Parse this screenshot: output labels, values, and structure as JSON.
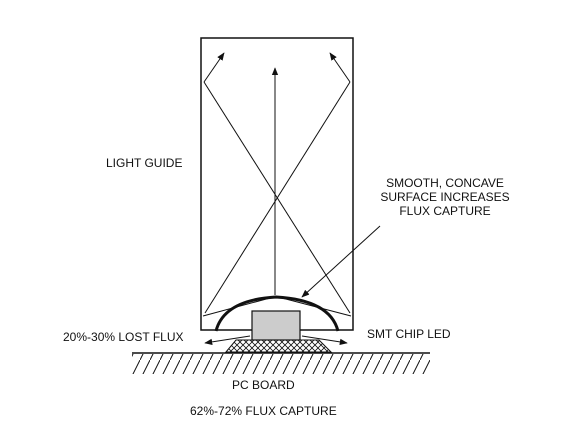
{
  "labels": {
    "light_guide": "LIGHT GUIDE",
    "smooth_line1": "SMOOTH, CONCAVE",
    "smooth_line2": "SURFACE INCREASES",
    "smooth_line3": "FLUX CAPTURE",
    "lost_flux": "20%-30% LOST FLUX",
    "smt_chip_led": "SMT CHIP LED",
    "pc_board": "PC BOARD",
    "flux_capture": "62%-72% FLUX CAPTURE"
  },
  "colors": {
    "line": "#111111",
    "background": "#ffffff",
    "led_fill": "#cccccc"
  }
}
